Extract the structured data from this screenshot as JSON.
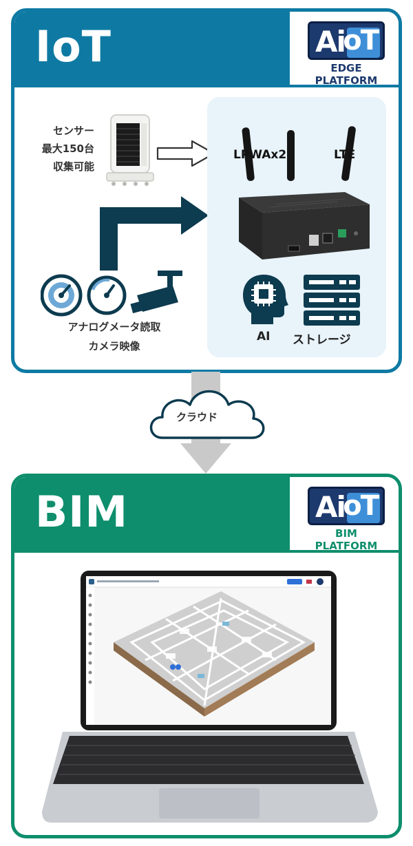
{
  "iot": {
    "title": "IoT",
    "logo": {
      "main_left": "Ai",
      "main_right": "oT",
      "subtitle": "EDGE PLATFORM"
    },
    "sensor_text": [
      "センサー",
      "最大150台",
      "収集可能"
    ],
    "analog_text": [
      "アナログメータ読取",
      "カメラ映像"
    ],
    "antenna_labels": {
      "lpwa": "LPWAx2",
      "lte": "LTE"
    },
    "features": {
      "ai": "AI",
      "storage": "ストレージ"
    }
  },
  "connector": {
    "cloud_label": "クラウド"
  },
  "bim": {
    "title": "BIM",
    "logo": {
      "main_left": "Ai",
      "main_right": "oT",
      "subtitle": "BIM PLATFORM"
    }
  },
  "colors": {
    "iot_accent": "#0e7aa3",
    "bim_accent": "#0e8e6c",
    "logo_navy": "#1d3a6e",
    "logo_blue": "#3e8fd8",
    "dark_arrow": "#0d3b4f",
    "edge_bg": "#e8f3fa"
  },
  "icons": [
    "sensor-device-icon",
    "hollow-arrow-icon",
    "bent-arrow-icon",
    "gauge-icon",
    "camera-icon",
    "edge-gateway-icon",
    "ai-head-icon",
    "storage-server-icon",
    "cloud-icon",
    "down-arrow-icon",
    "laptop-icon"
  ]
}
